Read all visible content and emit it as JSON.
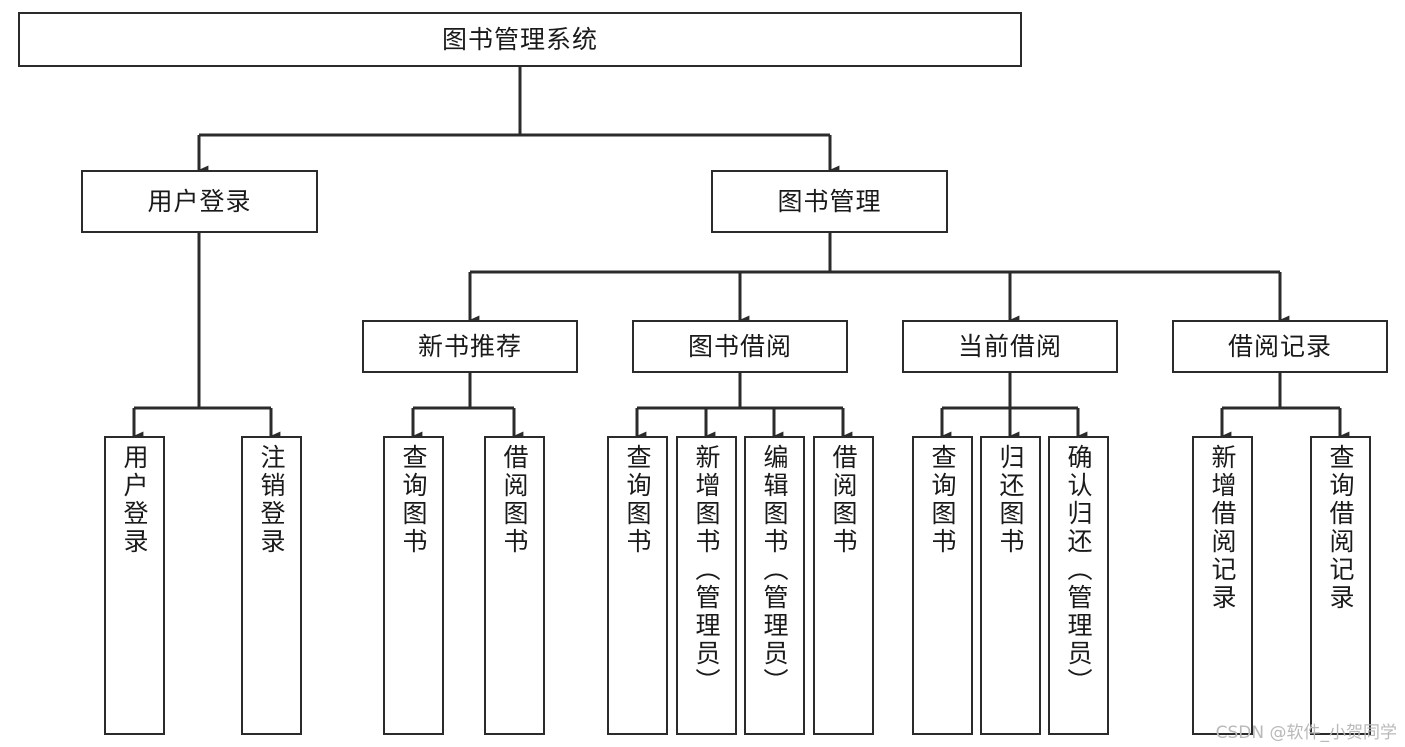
{
  "diagram": {
    "title": "图书管理系统",
    "type": "hierarchy-tree",
    "watermark": "CSDN @软件_小贺同学",
    "colors": {
      "stroke": "#2b2b2b",
      "fill": "#ffffff",
      "text": "#1a1a1a",
      "watermark": "#b9b9b9"
    },
    "nodes": {
      "root": {
        "label": "图书管理系统"
      },
      "level1": [
        {
          "id": "user-login",
          "label": "用户登录"
        },
        {
          "id": "book-manage",
          "label": "图书管理"
        }
      ],
      "level2": [
        {
          "id": "new-book-recommend",
          "label": "新书推荐"
        },
        {
          "id": "book-borrow",
          "label": "图书借阅"
        },
        {
          "id": "current-borrow",
          "label": "当前借阅"
        },
        {
          "id": "borrow-record",
          "label": "借阅记录"
        }
      ],
      "leaves": {
        "user-login": [
          {
            "id": "leaf-user-login",
            "label": "用户登录"
          },
          {
            "id": "leaf-logout",
            "label": "注销登录"
          }
        ],
        "new-book-recommend": [
          {
            "id": "leaf-query-book-1",
            "label": "查询图书"
          },
          {
            "id": "leaf-borrow-book-1",
            "label": "借阅图书"
          }
        ],
        "book-borrow": [
          {
            "id": "leaf-query-book-2",
            "label": "查询图书"
          },
          {
            "id": "leaf-add-book",
            "label": "新增图书（管理员）"
          },
          {
            "id": "leaf-edit-book",
            "label": "编辑图书（管理员）"
          },
          {
            "id": "leaf-borrow-book-2",
            "label": "借阅图书"
          }
        ],
        "current-borrow": [
          {
            "id": "leaf-query-book-3",
            "label": "查询图书"
          },
          {
            "id": "leaf-return-book",
            "label": "归还图书"
          },
          {
            "id": "leaf-confirm-return",
            "label": "确认归还（管理员）"
          }
        ],
        "borrow-record": [
          {
            "id": "leaf-add-record",
            "label": "新增借阅记录"
          },
          {
            "id": "leaf-query-record",
            "label": "查询借阅记录"
          }
        ]
      }
    }
  }
}
